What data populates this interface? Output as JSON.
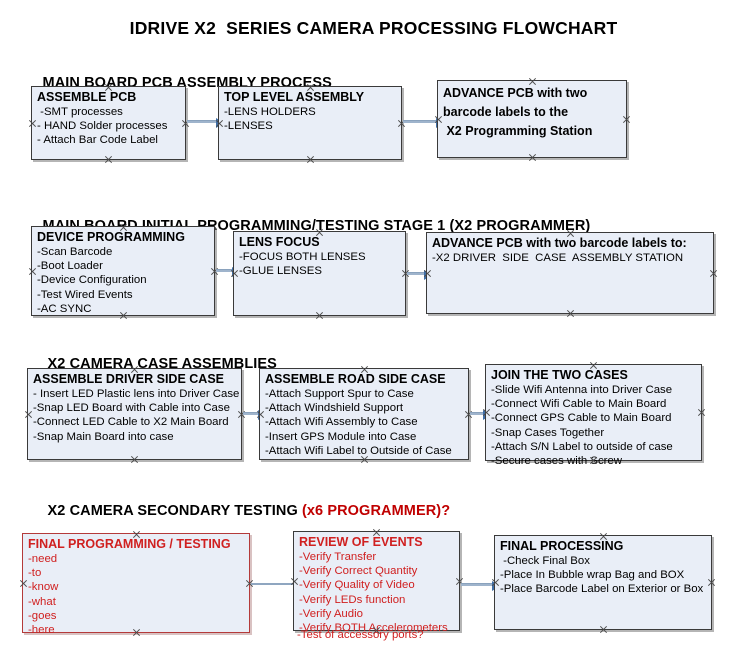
{
  "document": {
    "title": "IDRIVE X2  SERIES CAMERA PROCESSING FLOWCHART"
  },
  "colors": {
    "node_fill": "#e9eef7",
    "node_border": "#3a3a3a",
    "accent_red": "#d02020",
    "header_accent_red": "#c00000",
    "arrow_line": "#9fb4cc",
    "arrow_head": "#3f6fa8"
  },
  "sections": [
    {
      "id": "main-board-pcb-assembly",
      "header": "MAIN BOARD PCB ASSEMBLY PROCESS",
      "header_accent": "",
      "nodes": [
        {
          "id": "assemble-pcb",
          "title": "ASSEMBLE PCB",
          "lines": [
            " -SMT processes",
            "- HAND Solder processes",
            "- Attach Bar Code Label"
          ]
        },
        {
          "id": "top-level-assembly",
          "title": "TOP LEVEL ASSEMBLY",
          "lines": [
            "-LENS HOLDERS",
            "-LENSES"
          ]
        },
        {
          "id": "advance-pcb-to-x2-programming-station",
          "title": "ADVANCE PCB with two\nbarcode labels to the\n X2 Programming Station",
          "lines": []
        }
      ]
    },
    {
      "id": "main-board-initial-programming",
      "header": "MAIN BOARD INITIAL PROGRAMMING/TESTING STAGE 1 (X2 PROGRAMMER)",
      "header_accent": "",
      "nodes": [
        {
          "id": "device-programming",
          "title": "DEVICE PROGRAMMING",
          "lines": [
            "-Scan Barcode",
            "-Boot Loader",
            "-Device Configuration",
            "-Test Wired Events",
            "-AC SYNC"
          ]
        },
        {
          "id": "lens-focus",
          "title": "LENS FOCUS",
          "lines": [
            "-FOCUS BOTH LENSES",
            "-GLUE LENSES"
          ]
        },
        {
          "id": "advance-pcb-to-driver-side-case-station",
          "title": "ADVANCE PCB with two barcode labels to:",
          "lines": [
            "-X2 DRIVER  SIDE  CASE  ASSEMBLY STATION"
          ]
        }
      ]
    },
    {
      "id": "x2-camera-case-assemblies",
      "header": "X2 CAMERA CASE ASSEMBLIES",
      "header_accent": "",
      "nodes": [
        {
          "id": "assemble-driver-side-case",
          "title": "ASSEMBLE DRIVER SIDE CASE",
          "lines": [
            "- Insert LED Plastic lens into Driver Case",
            "-Snap LED Board with Cable into Case",
            "-Connect LED Cable to X2 Main Board",
            "-Snap Main Board into case"
          ]
        },
        {
          "id": "assemble-road-side-case",
          "title": "ASSEMBLE ROAD SIDE CASE",
          "lines": [
            "-Attach Support Spur to Case",
            "-Attach Windshield Support",
            "-Attach Wifi Assembly to Case",
            "-Insert GPS Module into Case",
            "-Attach Wifi Label to Outside of Case"
          ]
        },
        {
          "id": "join-the-two-cases",
          "title": "JOIN THE TWO CASES",
          "lines": [
            "-Slide Wifi Antenna into Driver Case",
            "-Connect Wifi Cable to Main Board",
            "-Connect GPS Cable to Main Board",
            "-Snap Cases Together",
            "-Attach S/N Label to outside of case",
            "-Secure cases with Screw"
          ]
        }
      ]
    },
    {
      "id": "x2-camera-secondary-testing",
      "header": "X2 CAMERA SECONDARY TESTING ",
      "header_accent": "(x6 PROGRAMMER)?",
      "nodes": [
        {
          "id": "final-programming-testing",
          "title": "FINAL PROGRAMMING / TESTING",
          "lines": [
            "-need",
            "-to",
            "-know",
            "-what",
            "-goes",
            "-here"
          ]
        },
        {
          "id": "review-of-events",
          "title": "REVIEW OF EVENTS",
          "lines": [
            "-Verify Transfer",
            "-Verify Correct Quantity",
            "-Verify Quality of Video",
            "-Verify LEDs function",
            "-Verify Audio",
            "-Verify BOTH Accelerometers"
          ],
          "overflow_line": "-Test of accessory ports?"
        },
        {
          "id": "final-processing",
          "title": "FINAL PROCESSING",
          "lines": [
            " -Check Final Box",
            "-Place In Bubble wrap Bag and BOX",
            "-Place Barcode Label on Exterior or Box"
          ]
        }
      ]
    }
  ]
}
